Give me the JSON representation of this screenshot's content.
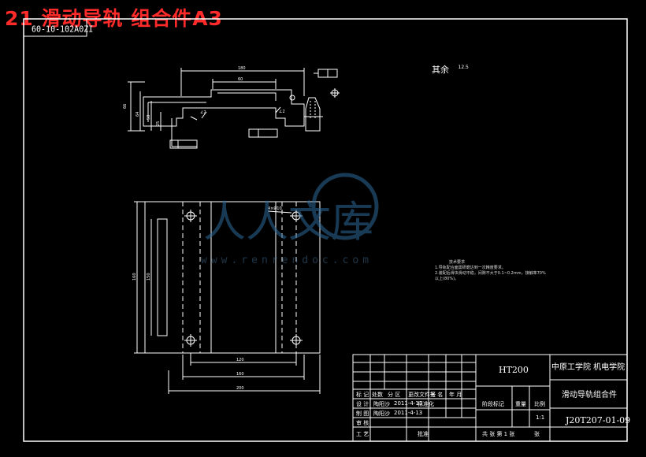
{
  "header": {
    "title": "21 滑动导轨 组合件A3",
    "drawing_number_top": "60-10-102A0ZI"
  },
  "roughness_note": {
    "label": "其余",
    "value": "12.5"
  },
  "dims": {
    "top_width": "180",
    "inner_width": "60",
    "left_height": "66",
    "h2": "64",
    "h3": "50",
    "h4": "25",
    "angle_left": "∠2",
    "angle_right": "∠2",
    "holes": "4×Ø10",
    "bottom_inner": "120",
    "bottom_mid": "160",
    "bottom_outer": "200",
    "side_left": "160",
    "side_inner": "150"
  },
  "notes": {
    "heading": "技术要求",
    "line1": "1.导轨配合面需研磨达到一次精度要求。",
    "line2": "2.装配后滑块滑动平稳，间隙不大于0.1~0.2mm，接触率70%",
    "line3": "以上(80%)。"
  },
  "watermark": {
    "url": "www.renrendoc.com",
    "text": "人人文库"
  },
  "title_block": {
    "material": "HT200",
    "school": "中原工学院 机电学院",
    "part_name": "滑动导轨组合件",
    "drawing_no": "J20T207-01-09",
    "col_mark": "标 记",
    "col_count": "处数",
    "col_zone": "分  区",
    "col_change": "更改文件号",
    "col_sign": "签 名",
    "col_date": "年  月",
    "row_design": "设 计",
    "row_check": "审 核",
    "row_craft": "工 艺",
    "row_draw": "制 图",
    "name1": "陶阳沙",
    "date1": "2011-4-13",
    "std": "标准化",
    "name2": "陶阳沙",
    "date2": "2011-4-13",
    "approve": "批准",
    "stage": "阶段标记",
    "weight": "重量",
    "scale": "比例",
    "scale_val": "1:1",
    "sheets": "共  张  第  1  张",
    "sheet_short": "张"
  }
}
